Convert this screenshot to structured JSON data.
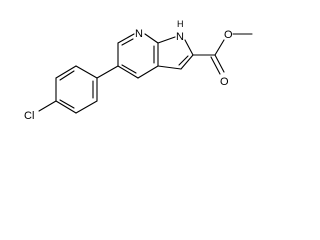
{
  "molecule": {
    "atom_labels": {
      "pyridine_n": "N",
      "pyrrole_nh": "H",
      "pyrrole_n": "N",
      "ester_o_single": "O",
      "ester_o_double": "O",
      "chlorine": "Cl"
    }
  },
  "colors": {
    "bond": "#000000",
    "label": "#000000",
    "background": "#ffffff"
  }
}
